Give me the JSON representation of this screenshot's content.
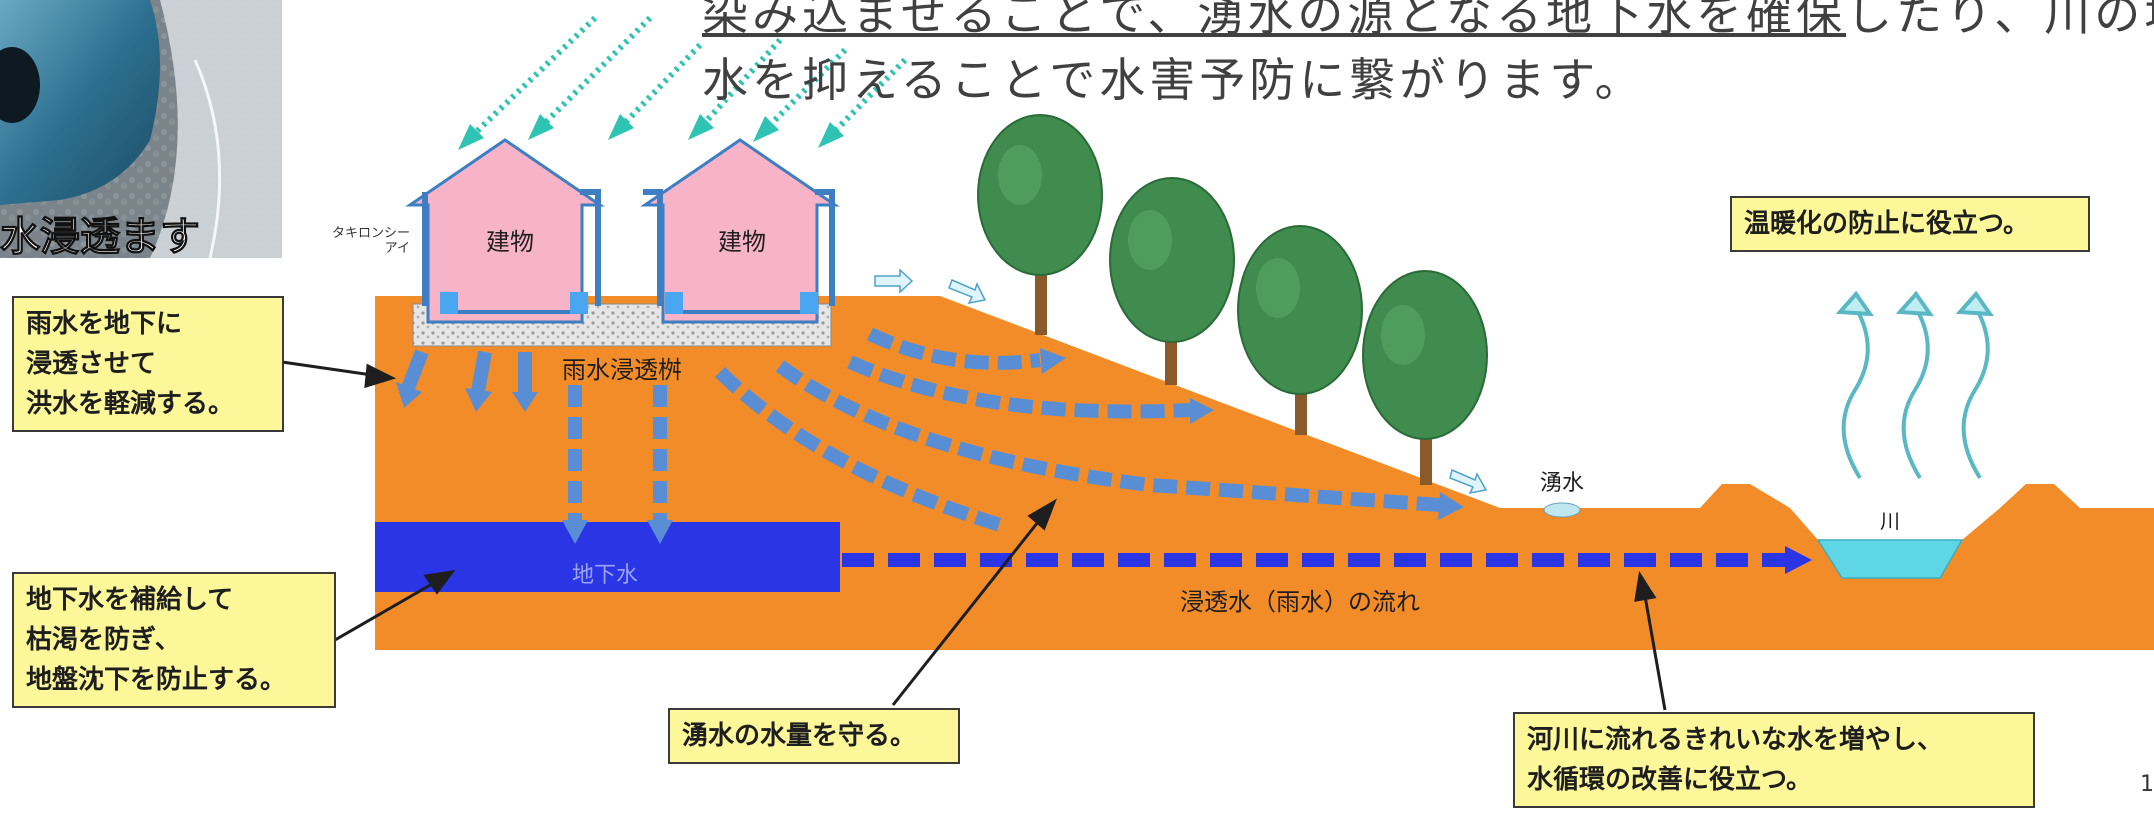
{
  "header": {
    "line1_underlined": "染み込ませることで、湧水の源となる地下水を確保",
    "line1_rest": "したり、川の増",
    "line2": "水を抑えることで水害予防に繋がります。"
  },
  "photo": {
    "caption": "水浸透ます",
    "credit_line1": "タキロンシー",
    "credit_line2": "アイ"
  },
  "diagram": {
    "building_label": "建物",
    "infiltration_basin_label": "雨水浸透桝",
    "groundwater_label": "地下水",
    "flow_label": "浸透水（雨水）の流れ",
    "spring_label": "湧水",
    "river_label": "川"
  },
  "callouts": {
    "flood": [
      "雨水を地下に",
      "浸透させて",
      "洪水を軽減する。"
    ],
    "groundwater": [
      "地下水を補給して",
      "枯渇を防ぎ、",
      "地盤沈下を防止する。"
    ],
    "spring": [
      "湧水の水量を守る。"
    ],
    "river": [
      "河川に流れるきれいな水を増やし、",
      "水循環の改善に役立つ。"
    ],
    "warming": [
      "温暖化の防止に役立つ。"
    ]
  },
  "page_number": "1",
  "colors": {
    "ground": "#f28c28",
    "building": "#f7b3c8",
    "groundwater": "#2a35e6",
    "flow_arrow": "#5a8ed4",
    "rain_arrow": "#2fc3b3",
    "river": "#5ed6e6",
    "tree": "#3f8c4e",
    "callout_bg": "#fcf89a"
  }
}
